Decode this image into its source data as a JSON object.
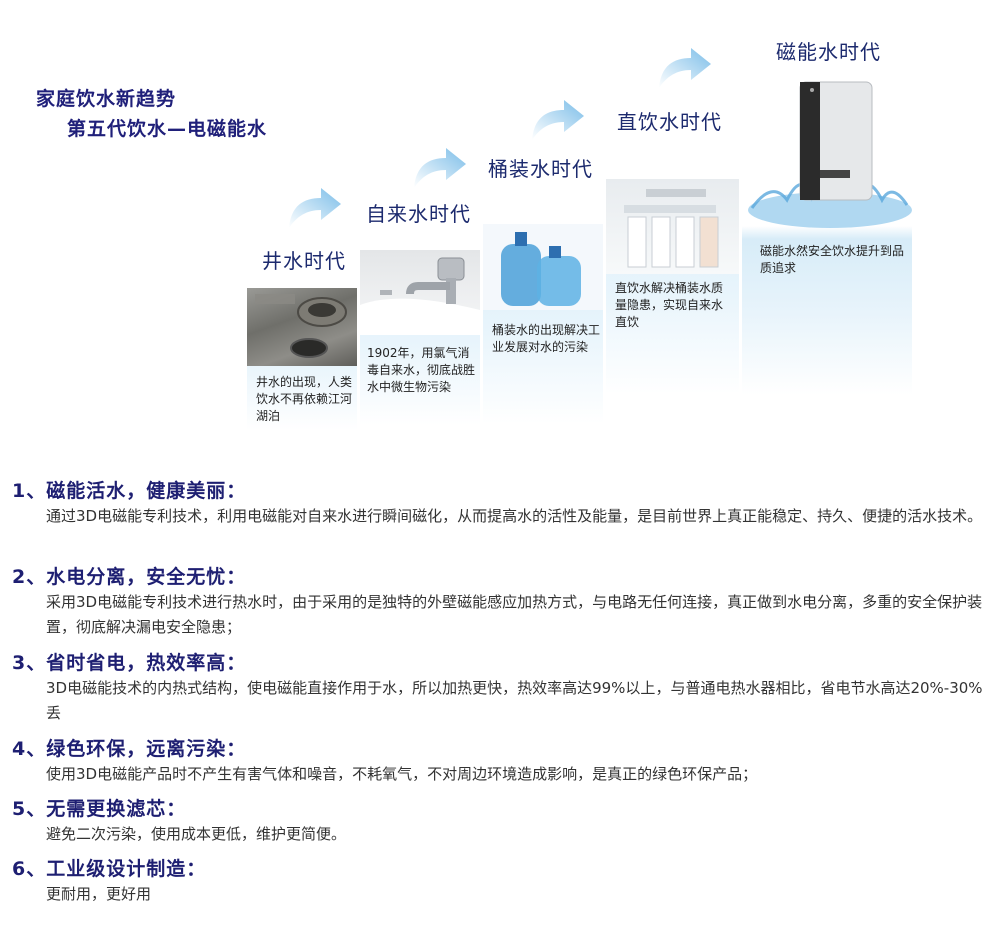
{
  "header": {
    "line1": "家庭饮水新趋势",
    "line2": "第五代饮水—电磁能水"
  },
  "eras": [
    {
      "label": "井水时代",
      "caption": "井水的出现，人类饮水不再依赖江河湖泊",
      "image": "well-photo"
    },
    {
      "label": "自来水时代",
      "caption": "1902年，用氯气消毒自来水，彻底战胜水中微生物污染",
      "image": "faucet-photo"
    },
    {
      "label": "桶装水时代",
      "caption": "桶装水的出现解决工业发展对水的污染",
      "image": "water-jugs-photo"
    },
    {
      "label": "直饮水时代",
      "caption": "直饮水解决桶装水质量隐患，实现自来水直饮",
      "image": "filter-photo"
    },
    {
      "label": "磁能水时代",
      "caption": "磁能水然安全饮水提升到品质追求",
      "image": "dispenser-splash-photo"
    }
  ],
  "features": [
    {
      "title": "1、磁能活水，健康美丽：",
      "body": "通过3D电磁能专利技术，利用电磁能对自来水进行瞬间磁化，从而提高水的活性及能量，是目前世界上真正能稳定、持久、便捷的活水技术。"
    },
    {
      "title": "2、水电分离，安全无忧：",
      "body": "采用3D电磁能专利技术进行热水时，由于采用的是独特的外壁磁能感应加热方式，与电路无任何连接，真正做到水电分离，多重的安全保护装置，彻底解决漏电安全隐患；"
    },
    {
      "title": "3、省时省电，热效率高：",
      "body": "3D电磁能技术的内热式结构，使电磁能直接作用于水，所以加热更快，热效率高达99%以上，与普通电热水器相比，省电节水高达20%-30%丢"
    },
    {
      "title": "4、绿色环保，远离污染：",
      "body": "使用3D电磁能产品时不产生有害气体和噪音，不耗氧气，不对周边环境造成影响，是真正的绿色环保产品；"
    },
    {
      "title": "5、无需更换滤芯：",
      "body": "避免二次污染，使用成本更低，维护更简便。"
    },
    {
      "title": "6、工业级设计制造：",
      "body": "更耐用，更好用"
    }
  ],
  "colors": {
    "heading": "#1e1f72",
    "era_label": "#1c2a6e",
    "panel_top": "#d7ecf8",
    "arrow": "#8cc6ec"
  }
}
